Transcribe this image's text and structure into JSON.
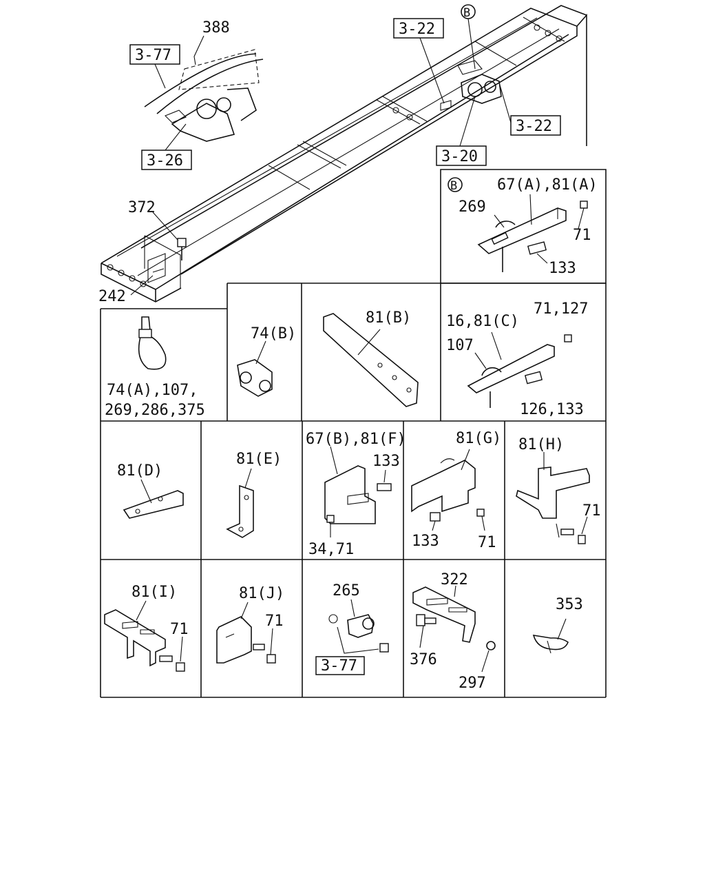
{
  "overview": {
    "labels": {
      "l388": "388",
      "ref377a": "3-77",
      "ref326": "3-26",
      "ref322a": "3-22",
      "refB": "B",
      "ref322b": "3-22",
      "ref320": "3-20",
      "l372": "372",
      "l242": "242"
    }
  },
  "detailB": {
    "marker": "B",
    "labels": {
      "top": "67(A),81(A)",
      "clip": "269",
      "nut": "71",
      "bolt": "133"
    }
  },
  "cells": {
    "c74a": {
      "line1": "74(A),107,",
      "line2": "269,286,375"
    },
    "c74b": {
      "label": "74(B)"
    },
    "c81b": {
      "label": "81(B)"
    },
    "c81c": {
      "top": "16,81(C)",
      "nuts": "71,127",
      "clip": "107",
      "bolts": "126,133"
    },
    "c81d": {
      "label": "81(D)"
    },
    "c81e": {
      "label": "81(E)"
    },
    "c67b": {
      "top": "67(B),81(F)",
      "bolt": "133",
      "nut": "34,71"
    },
    "c81g": {
      "top": "81(G)",
      "bolt": "133",
      "nut": "71"
    },
    "c81h": {
      "top": "81(H)",
      "nut": "71"
    },
    "c81i": {
      "top": "81(I)",
      "nut": "71"
    },
    "c81j": {
      "top": "81(J)",
      "nut": "71"
    },
    "c265": {
      "top": "265",
      "ref": "3-77"
    },
    "c322": {
      "top": "322",
      "bolt": "376",
      "nut": "297"
    },
    "c353": {
      "top": "353"
    }
  }
}
